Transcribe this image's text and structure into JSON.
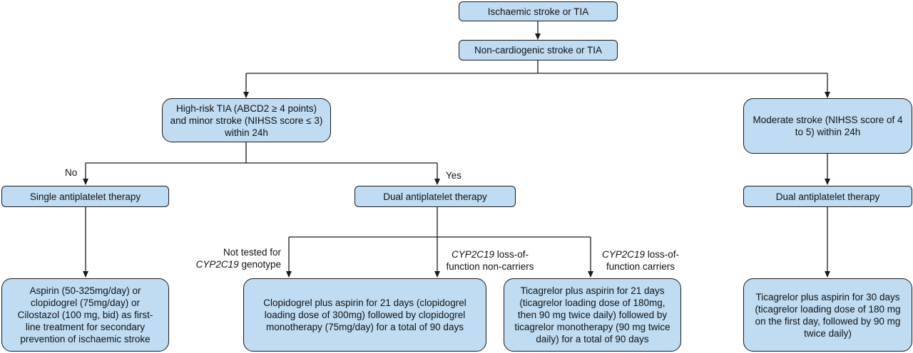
{
  "nodes": {
    "ischaemic": "Ischaemic stroke or TIA",
    "noncardio": "Non-cardiogenic stroke or TIA",
    "highrisk": [
      "High-risk TIA (ABCD2 ≥ 4 points)",
      "and minor stroke (NIHSS score ≤ 3)",
      "within 24h"
    ],
    "moderate": [
      "Moderate stroke (NIHSS score of 4",
      "to 5) within 24h"
    ],
    "single": "Single antiplatelet therapy",
    "dual_mid": "Dual antiplatelet therapy",
    "dual_right": "Dual antiplatelet therapy",
    "aspirin": [
      "Aspirin (50-325mg/day) or",
      "clopidogrel (75mg/day) or",
      "Cilostazol (100 mg, bid) as first-",
      "line treatment for secondary",
      "prevention of ischaemic stroke"
    ],
    "clopi": [
      "Clopidogrel plus aspirin for 21 days (clopidogrel",
      "loading dose of 300mg) followed by clopidogrel",
      "monotherapy (75mg/day) for a total of 90 days"
    ],
    "tica21": [
      "Ticagrelor plus aspirin for 21 days",
      "(ticagrelor loading dose of 180mg,",
      "then 90 mg twice daily) followed by",
      "ticagrelor monotherapy (90 mg twice",
      "daily) for a total of 90 days"
    ],
    "tica30": [
      "Ticagrelor plus aspirin for 30 days",
      "(ticagrelor loading dose of 180 mg",
      "on the first day, followed by 90 mg",
      "twice daily)"
    ]
  },
  "edge_labels": {
    "no": "No",
    "yes": "Yes",
    "not_tested_line1": "Not tested for",
    "not_tested_gene": "CYP2C19",
    "not_tested_rest": " genotype",
    "noncarrier_gene": "CYP2C19",
    "noncarrier_rest": " loss-of-",
    "noncarrier_line2": "function non-carriers",
    "carrier_gene": "CYP2C19",
    "carrier_rest": " loss-of-",
    "carrier_line2": "function carriers"
  },
  "colors": {
    "box_fill": "#bfdcf2",
    "line": "#1a1a1a"
  }
}
